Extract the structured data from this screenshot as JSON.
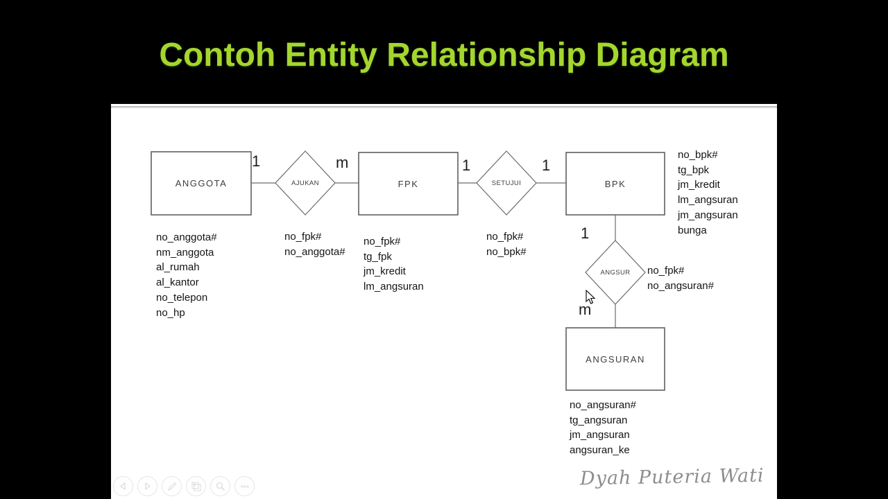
{
  "title": "Contoh Entity Relationship Diagram",
  "watermark": "Dyah Puteria Wati",
  "erd": {
    "entities": {
      "anggota": {
        "label": "ANGGOTA",
        "attrs": [
          "no_anggota#",
          "nm_anggota",
          "al_rumah",
          "al_kantor",
          "no_telepon",
          "no_hp"
        ]
      },
      "fpk": {
        "label": "FPK",
        "attrs": [
          "no_fpk#",
          "tg_fpk",
          "jm_kredit",
          "lm_angsuran"
        ]
      },
      "bpk": {
        "label": "BPK",
        "attrs": [
          "no_bpk#",
          "tg_bpk",
          "jm_kredit",
          "lm_angsuran",
          "jm_angsuran",
          "bunga"
        ]
      },
      "angsuran": {
        "label": "ANGSURAN",
        "attrs": [
          "no_angsuran#",
          "tg_angsuran",
          "jm_angsuran",
          "angsuran_ke"
        ]
      }
    },
    "relations": {
      "ajukan": {
        "label": "AJUKAN",
        "attrs": [
          "no_fpk#",
          "no_anggota#"
        ]
      },
      "setujui": {
        "label": "SETUJUI",
        "attrs": [
          "no_fpk#",
          "no_bpk#"
        ]
      },
      "angsur": {
        "label": "ANGSUR",
        "attrs": [
          "no_fpk#",
          "no_angsuran#"
        ]
      }
    },
    "cardinalities": {
      "anggota_ajukan": "1",
      "ajukan_fpk": "m",
      "fpk_setujui": "1",
      "setujui_bpk": "1",
      "bpk_angsur": "1",
      "angsur_angsuran": "m"
    }
  },
  "toolbar": {
    "icons": [
      "previous-icon",
      "next-icon",
      "pen-icon",
      "slides-icon",
      "magnifier-icon",
      "more-icon"
    ]
  },
  "colors": {
    "background": "#000000",
    "title_green": "#a4d62e",
    "slide_white": "#ffffff",
    "shape_line": "#5f5f5f",
    "watermark_gray": "#8d8d8d"
  }
}
